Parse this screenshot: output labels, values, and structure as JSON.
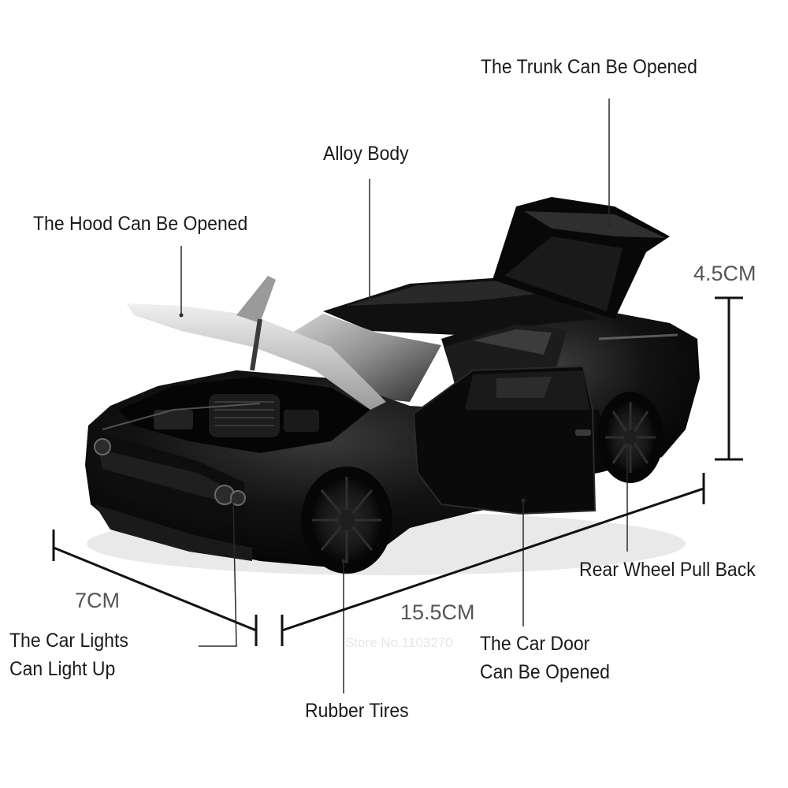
{
  "callouts": {
    "trunk": "The Trunk Can Be Opened",
    "alloy": "Alloy Body",
    "hood": "The Hood Can Be Opened",
    "rear_wheel": "Rear Wheel Pull Back",
    "lights_line1": "The Car Lights",
    "lights_line2": "Can Light Up",
    "door_line1": "The Car Door",
    "door_line2": "Can Be Opened",
    "tires": "Rubber Tires"
  },
  "dimensions": {
    "height": "4.5CM",
    "width": "7CM",
    "length": "15.5CM"
  },
  "watermark": "Store No.1103270",
  "colors": {
    "car_body": "#0b0b0b",
    "leader_line": "#2a2a2a",
    "dimension_text": "#555555"
  }
}
